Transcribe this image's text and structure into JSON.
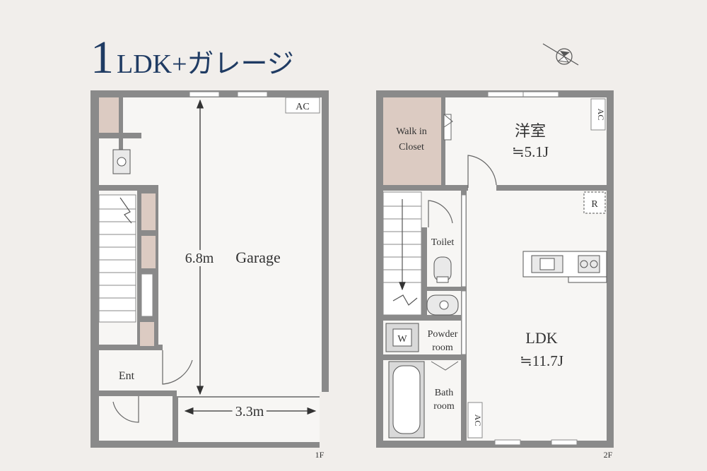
{
  "title": {
    "number": "1",
    "rest": "LDK+ガレージ"
  },
  "floor1": {
    "label": "1F",
    "garage": "Garage",
    "ac": "AC",
    "ent": "Ent",
    "depth": "6.8m",
    "width": "3.3m"
  },
  "floor2": {
    "label": "2F",
    "walkin": [
      "Walk in",
      "Closet"
    ],
    "bedroom": [
      "洋室",
      "≒5.1J"
    ],
    "ac_bedroom": "AC",
    "fridge": "R",
    "toilet": "Toilet",
    "washer": "W",
    "powder": [
      "Powder",
      "room"
    ],
    "bath": [
      "Bath",
      "room"
    ],
    "ldk": [
      "LDK",
      "≒11.7J"
    ],
    "ac_ldk": "AC"
  },
  "colors": {
    "title": "#1f3b63",
    "wall": "#8a8a8a",
    "closet": "#dccbc2",
    "floor": "#f7f6f4"
  }
}
